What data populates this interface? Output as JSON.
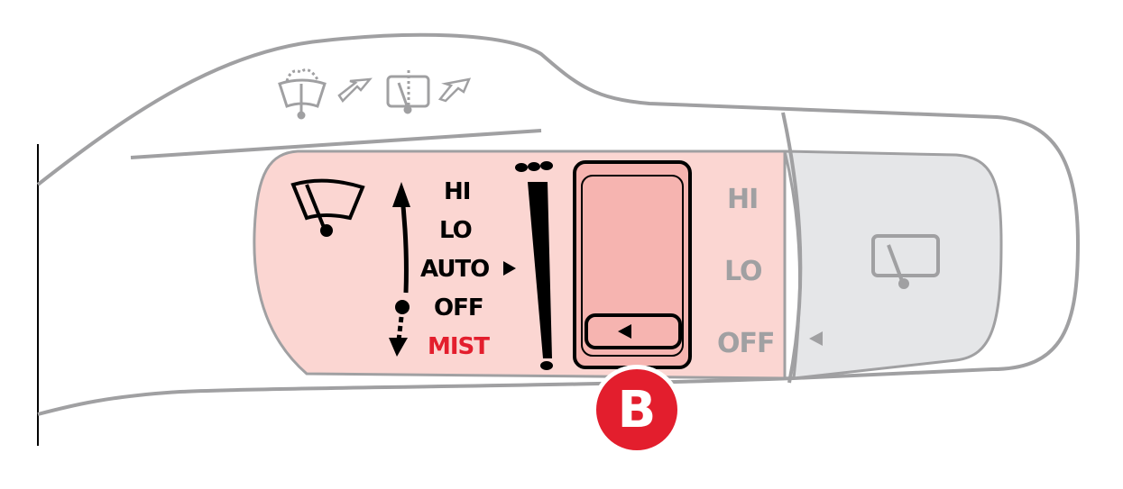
{
  "front_labels": {
    "hi": "HI",
    "lo": "LO",
    "auto": "AUTO",
    "off": "OFF",
    "mist": "MIST"
  },
  "rear_labels": {
    "hi": "HI",
    "lo": "LO",
    "off": "OFF"
  },
  "badge": "B",
  "colors": {
    "front_panel": "#fbd6d2",
    "switch": "#f6b4b0",
    "rear_panel": "#e5e6e8",
    "mist": "#e31e2d",
    "outline": "#a0a0a2"
  }
}
